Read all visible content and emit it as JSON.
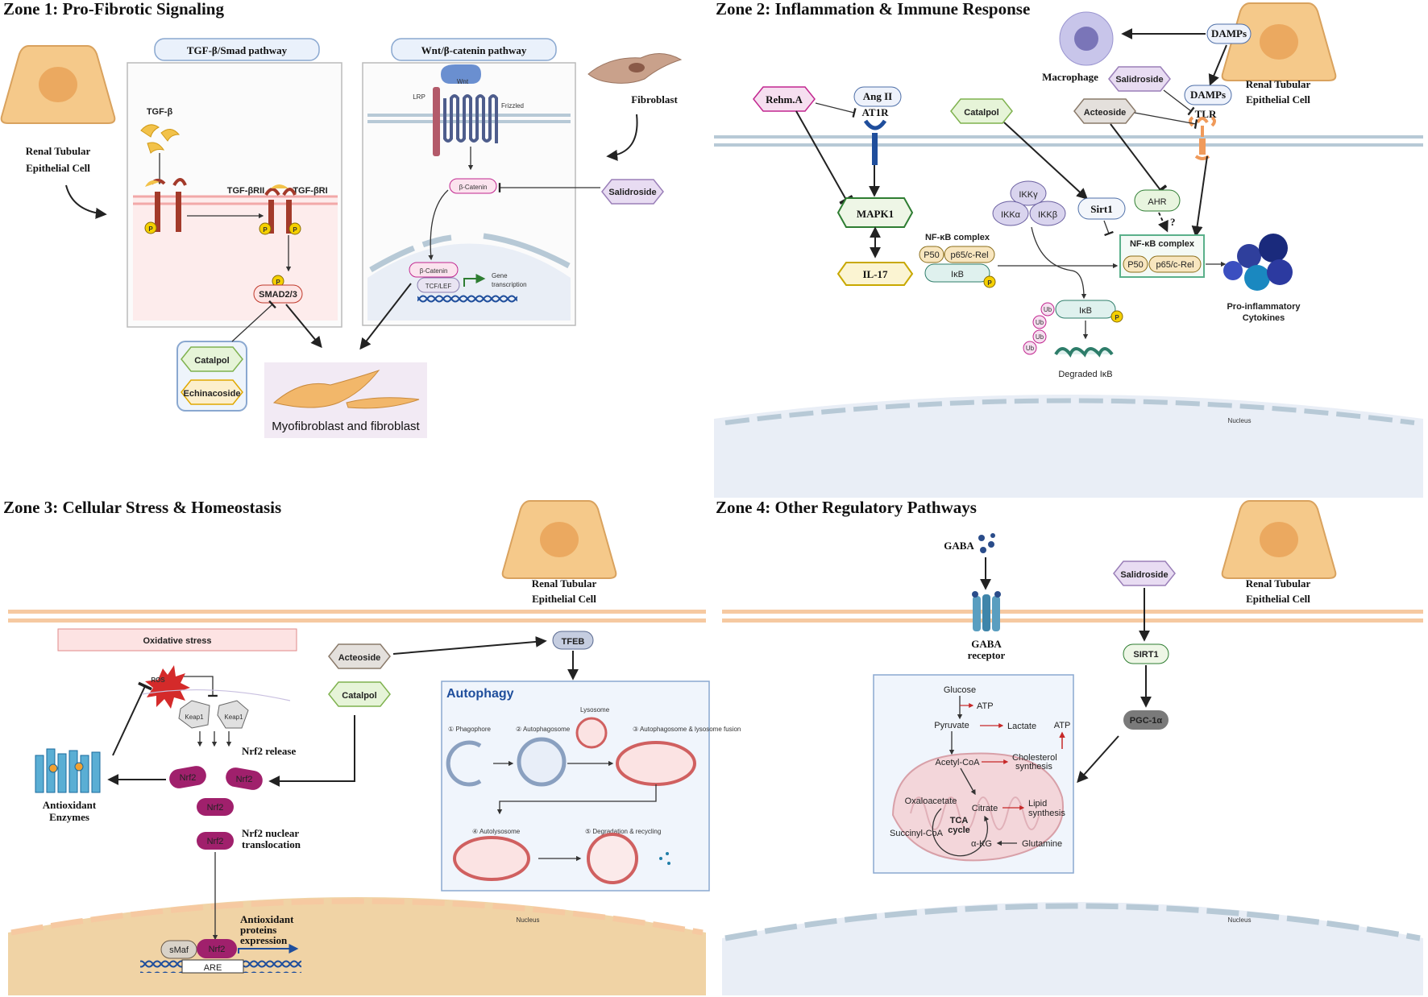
{
  "zones": {
    "z1": {
      "title": "Zone 1: Pro-Fibrotic Signaling",
      "cell_label_1": "Renal Tubular",
      "cell_label_2": "Epithelial Cell",
      "tgf_box_title": "TGF-β/Smad pathway",
      "tgf_beta": "TGF-β",
      "tgf_rii": "TGF-βRII",
      "tgf_ri": "TGF-βRI",
      "p": "P",
      "smad": "SMAD2/3",
      "wnt_box_title": "Wnt/β-catenin pathway",
      "lrp": "LRP",
      "wnt": "Wnt",
      "frizzled": "Frizzled",
      "b_catenin": "β-Catenin",
      "tcf_lef": "TCF/LEF",
      "gene_1": "Gene",
      "gene_2": "transcription",
      "fibroblast": "Fibroblast",
      "salidroside": "Salidroside",
      "catalpol": "Catalpol",
      "echinacoside": "Echinacoside",
      "myofibroblast": "Myofibroblast and fibroblast"
    },
    "z2": {
      "title": "Zone 2: Inflammation & Immune Response",
      "damps": "DAMPs",
      "macrophage": "Macrophage",
      "cell_label_1": "Renal Tubular",
      "cell_label_2": "Epithelial Cell",
      "salidroside": "Salidroside",
      "rehm": "Rehm.A",
      "ang2": "Ang II",
      "at1r": "AT1R",
      "tlr": "TLR",
      "catalpol": "Catalpol",
      "acteoside": "Acteoside",
      "mapk1": "MAPK1",
      "il17": "IL-17",
      "ikkg": "IKKγ",
      "ikka": "IKKα",
      "ikkb": "IKKβ",
      "sirt1": "Sirt1",
      "ahr": "AHR",
      "question": "?",
      "nfkb_complex": "NF-κB complex",
      "p50": "P50",
      "p65": "p65/c-Rel",
      "ikb": "IκB",
      "p": "P",
      "ub": "Ub",
      "degraded": "Degraded IκB",
      "pro_inflam_1": "Pro-inflammatory",
      "pro_inflam_2": "Cytokines",
      "nucleus": "Nucleus"
    },
    "z3": {
      "title": "Zone 3: Cellular Stress & Homeostasis",
      "cell_label_1": "Renal Tubular",
      "cell_label_2": "Epithelial Cell",
      "oxidative": "Oxidative stress",
      "ros": "ROS",
      "keap1": "Keap1",
      "nrf2": "Nrf2",
      "nrf2_release": "Nrf2 release",
      "nrf2_nuclear_1": "Nrf2 nuclear",
      "nrf2_nuclear_2": "translocation",
      "antioxidant_1": "Antioxidant",
      "antioxidant_2": "Enzymes",
      "acteoside": "Acteoside",
      "catalpol": "Catalpol",
      "tfeb": "TFEB",
      "autophagy": "Autophagy",
      "steps": [
        "① Phagophore",
        "② Autophagosome",
        "Lysosome",
        "③ Autophagosome & lysosome fusion",
        "④ Autolysosome",
        "⑤ Degradation & recycling"
      ],
      "nucleus": "Nucleus",
      "smaf": "sMaf",
      "are": "ARE",
      "antiox_expr_1": "Antioxidant",
      "antiox_expr_2": "proteins",
      "antiox_expr_3": "expression"
    },
    "z4": {
      "title": "Zone 4: Other Regulatory Pathways",
      "gaba": "GABA",
      "gaba_receptor_1": "GABA",
      "gaba_receptor_2": "receptor",
      "salidroside": "Salidroside",
      "cell_label_1": "Renal Tubular",
      "cell_label_2": "Epithelial Cell",
      "sirt1": "SIRT1",
      "pgc": "PGC-1α",
      "glucose": "Glucose",
      "atp": "ATP",
      "pyruvate": "Pyruvate",
      "lactate": "Lactate",
      "atp2": "ATP",
      "acetyl": "Acetyl-CoA",
      "cholesterol_1": "Cholesterol",
      "cholesterol_2": "synthesis",
      "oxaloacetate": "Oxaloacetate",
      "citrate": "Citrate",
      "lipid_1": "Lipid",
      "lipid_2": "synthesis",
      "tca_1": "TCA",
      "tca_2": "cycle",
      "succinyl": "Succinyl-CoA",
      "akg": "α-KG",
      "glutamine": "Glutamine",
      "nucleus": "Nucleus"
    }
  },
  "colors": {
    "cell_fill": "#f5c98a",
    "nucleus_fill": "#f0b56d",
    "membrane": "#f6c9a1",
    "membrane_blue": "#b7c9d6",
    "nucleus_blue": "#e9eef6",
    "nucleus_tan": "#f0d3a5",
    "catalpol": "#1a8f6d",
    "salidroside": "#c2268f",
    "acteoside": "#8a5a3c",
    "echinacoside": "#e0a800",
    "nrf2": "#a0206c"
  }
}
